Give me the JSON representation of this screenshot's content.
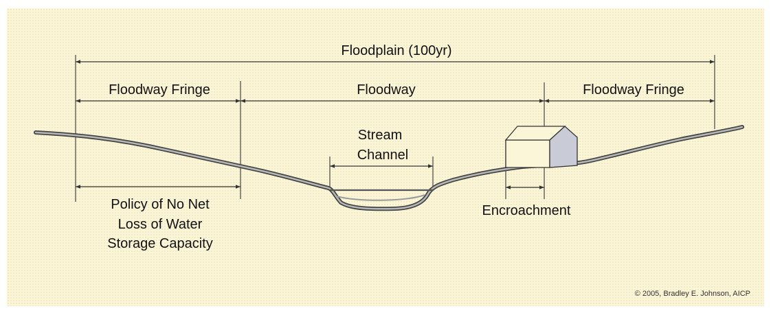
{
  "labels": {
    "floodplain": "Floodplain (100yr)",
    "fringe_left": "Floodway Fringe",
    "floodway": "Floodway",
    "fringe_right": "Floodway Fringe",
    "stream_line1": "Stream",
    "stream_line2": "Channel",
    "encroachment": "Encroachment",
    "policy_line1": "Policy of No Net",
    "policy_line2": "Loss of Water",
    "policy_line3": "Storage Capacity"
  },
  "credit": "© 2005, Bradley E. Johnson, AICP",
  "colors": {
    "background": "#fbf6d8",
    "line": "#333333",
    "ground": "#9a9a9a",
    "house_side": "#c9cbd6"
  }
}
